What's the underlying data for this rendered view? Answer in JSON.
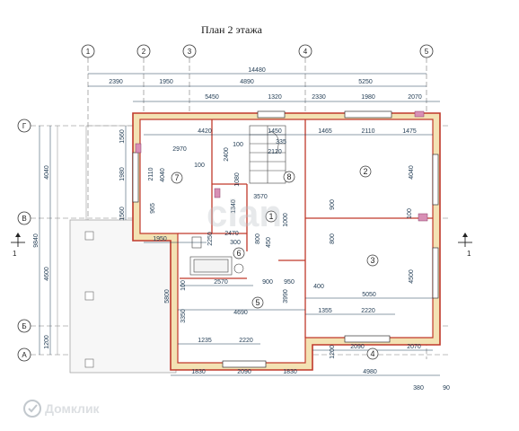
{
  "title": "План 2 этажа",
  "axes": {
    "columns": [
      "1",
      "2",
      "3",
      "4",
      "5"
    ],
    "rows": [
      "Г",
      "В",
      "Б",
      "А"
    ]
  },
  "dims": {
    "total_top": "14480",
    "top_chain": [
      "2390",
      "1950",
      "4890",
      "5250"
    ],
    "inner_top": [
      "5450",
      "1320",
      "2330",
      "1980",
      "2070"
    ],
    "row_4420": "4420",
    "row_1450": "1450",
    "row_1465": "1465",
    "row_2110": "2110",
    "row_1475": "1475",
    "d_2970": "2970",
    "d_100a": "100",
    "d_100b": "100",
    "d_2120": "2120",
    "d_335": "335",
    "d_3570": "3570",
    "d_2470": "2470",
    "d_300": "300",
    "d_1950": "1950",
    "d_2570": "2570",
    "d_900": "900",
    "d_950": "950",
    "d_400": "400",
    "d_5050": "5050",
    "d_4690": "4690",
    "d_1355": "1355",
    "d_2220a": "2220",
    "d_1235": "1235",
    "d_2220b": "2220",
    "d_2090a": "2090",
    "d_2070b": "2070",
    "bottom_chain": [
      "1830",
      "2090",
      "1830",
      "4980"
    ],
    "d_380": "380",
    "d_90": "90",
    "left_total": "9840",
    "left_chain": [
      "4040",
      "4600",
      "1200"
    ],
    "left_inner": [
      "1560",
      "1980",
      "1560"
    ],
    "v_2110": "2110",
    "v_4040a": "4040",
    "v_965": "965",
    "v_2400": "2400",
    "v_1080": "1080",
    "v_1340": "1340",
    "v_2250": "2250",
    "v_800": "800",
    "v_450": "450",
    "v_1000": "1000",
    "v_900a": "900",
    "v_100": "100",
    "v_4040b": "4040",
    "v_800b": "800",
    "v_4500": "4500",
    "v_5800": "5800",
    "v_3350": "3350",
    "v_100b": "100",
    "v_3990": "3990",
    "v_1200": "1200"
  },
  "rooms": [
    "1",
    "2",
    "3",
    "4",
    "5",
    "6",
    "7",
    "8"
  ],
  "section_mark": "1",
  "watermark": {
    "brand": "Домклик",
    "overlay": "cian"
  },
  "colors": {
    "wall": "#c0392b",
    "dim_line": "#1f3a52",
    "insulation": "#f3e2b3",
    "grid": "#6d6d6d"
  }
}
